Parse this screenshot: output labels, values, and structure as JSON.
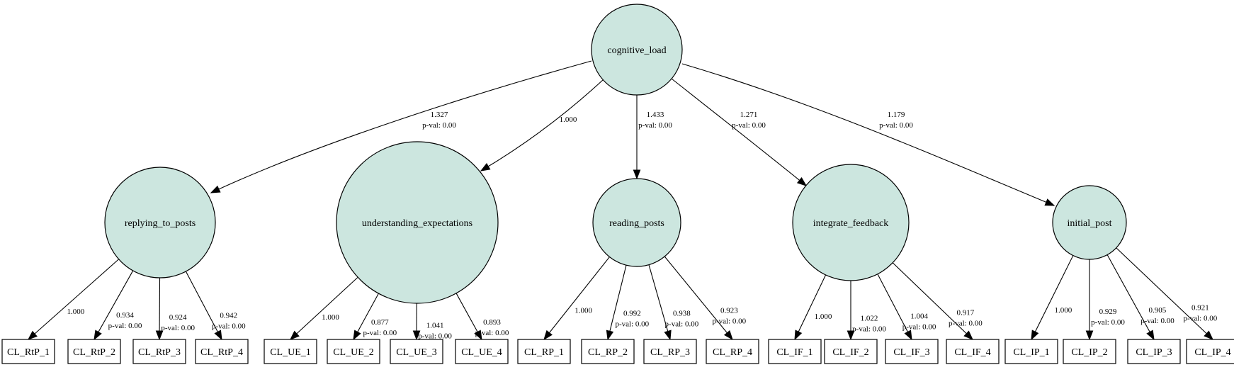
{
  "colors": {
    "latent_fill": "#cce6df",
    "stroke": "#000000",
    "background": "#ffffff"
  },
  "top": {
    "id": "cognitive_load",
    "label": "cognitive_load"
  },
  "latents": [
    {
      "id": "replying_to_posts",
      "label": "replying_to_posts",
      "loading": "1.327",
      "pval": "p-val: 0.00"
    },
    {
      "id": "understanding_expectations",
      "label": "understanding_expectations",
      "loading": "1.000",
      "pval": ""
    },
    {
      "id": "reading_posts",
      "label": "reading_posts",
      "loading": "1.433",
      "pval": "p-val: 0.00"
    },
    {
      "id": "integrate_feedback",
      "label": "integrate_feedback",
      "loading": "1.271",
      "pval": "p-val: 0.00"
    },
    {
      "id": "initial_post",
      "label": "initial_post",
      "loading": "1.179",
      "pval": "p-val: 0.00"
    }
  ],
  "indicators": [
    {
      "id": "CL_RtP_1",
      "label": "CL_RtP_1",
      "parent": "replying_to_posts",
      "loading": "1.000",
      "pval": ""
    },
    {
      "id": "CL_RtP_2",
      "label": "CL_RtP_2",
      "parent": "replying_to_posts",
      "loading": "0.934",
      "pval": "p-val: 0.00"
    },
    {
      "id": "CL_RtP_3",
      "label": "CL_RtP_3",
      "parent": "replying_to_posts",
      "loading": "0.924",
      "pval": "p-val: 0.00"
    },
    {
      "id": "CL_RtP_4",
      "label": "CL_RtP_4",
      "parent": "replying_to_posts",
      "loading": "0.942",
      "pval": "p-val: 0.00"
    },
    {
      "id": "CL_UE_1",
      "label": "CL_UE_1",
      "parent": "understanding_expectations",
      "loading": "1.000",
      "pval": ""
    },
    {
      "id": "CL_UE_2",
      "label": "CL_UE_2",
      "parent": "understanding_expectations",
      "loading": "0.877",
      "pval": "p-val: 0.00"
    },
    {
      "id": "CL_UE_3",
      "label": "CL_UE_3",
      "parent": "understanding_expectations",
      "loading": "1.041",
      "pval": "p-val: 0.00"
    },
    {
      "id": "CL_UE_4",
      "label": "CL_UE_4",
      "parent": "understanding_expectations",
      "loading": "0.893",
      "pval": "p-val: 0.00"
    },
    {
      "id": "CL_RP_1",
      "label": "CL_RP_1",
      "parent": "reading_posts",
      "loading": "1.000",
      "pval": ""
    },
    {
      "id": "CL_RP_2",
      "label": "CL_RP_2",
      "parent": "reading_posts",
      "loading": "0.992",
      "pval": "p-val: 0.00"
    },
    {
      "id": "CL_RP_3",
      "label": "CL_RP_3",
      "parent": "reading_posts",
      "loading": "0.938",
      "pval": "p-val: 0.00"
    },
    {
      "id": "CL_RP_4",
      "label": "CL_RP_4",
      "parent": "reading_posts",
      "loading": "0.923",
      "pval": "p-val: 0.00"
    },
    {
      "id": "CL_IF_1",
      "label": "CL_IF_1",
      "parent": "integrate_feedback",
      "loading": "1.000",
      "pval": ""
    },
    {
      "id": "CL_IF_2",
      "label": "CL_IF_2",
      "parent": "integrate_feedback",
      "loading": "1.022",
      "pval": "p-val: 0.00"
    },
    {
      "id": "CL_IF_3",
      "label": "CL_IF_3",
      "parent": "integrate_feedback",
      "loading": "1.004",
      "pval": "p-val: 0.00"
    },
    {
      "id": "CL_IF_4",
      "label": "CL_IF_4",
      "parent": "integrate_feedback",
      "loading": "0.917",
      "pval": "p-val: 0.00"
    },
    {
      "id": "CL_IP_1",
      "label": "CL_IP_1",
      "parent": "initial_post",
      "loading": "1.000",
      "pval": ""
    },
    {
      "id": "CL_IP_2",
      "label": "CL_IP_2",
      "parent": "initial_post",
      "loading": "0.929",
      "pval": "p-val: 0.00"
    },
    {
      "id": "CL_IP_3",
      "label": "CL_IP_3",
      "parent": "initial_post",
      "loading": "0.905",
      "pval": "p-val: 0.00"
    },
    {
      "id": "CL_IP_4",
      "label": "CL_IP_4",
      "parent": "initial_post",
      "loading": "0.921",
      "pval": "p-val: 0.00"
    }
  ]
}
